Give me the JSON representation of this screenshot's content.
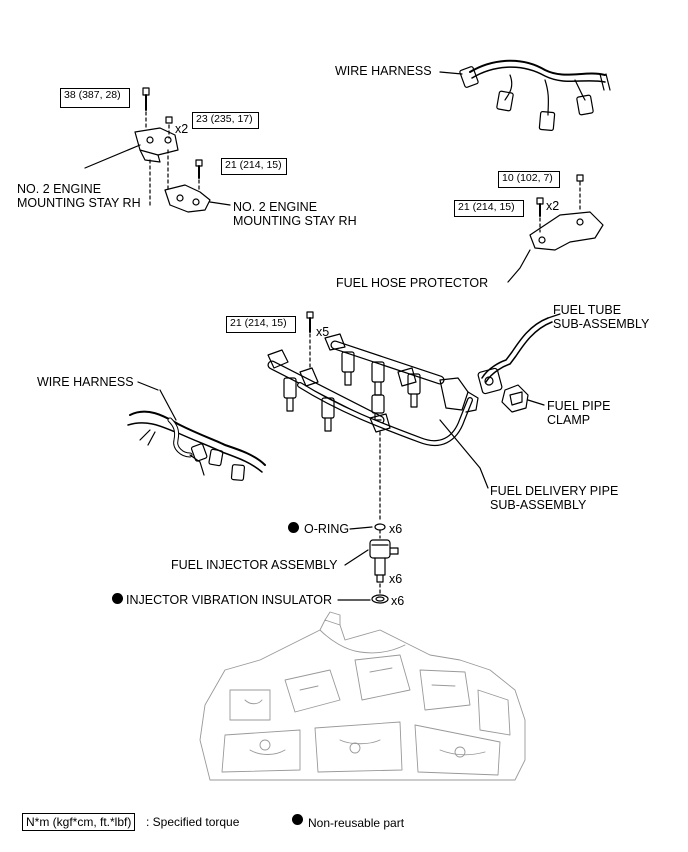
{
  "labels": {
    "wire_harness_top": "WIRE HARNESS",
    "stay_1_line1": "NO. 2 ENGINE",
    "stay_1_line2": "MOUNTING STAY RH",
    "stay_2_line1": "NO. 2 ENGINE",
    "stay_2_line2": "MOUNTING STAY RH",
    "fuel_hose_protector": "FUEL HOSE PROTECTOR",
    "fuel_tube_line1": "FUEL TUBE",
    "fuel_tube_line2": "SUB-ASSEMBLY",
    "wire_harness_left": "WIRE HARNESS",
    "fuel_pipe_clamp_line1": "FUEL PIPE",
    "fuel_pipe_clamp_line2": "CLAMP",
    "fuel_delivery_line1": "FUEL DELIVERY PIPE",
    "fuel_delivery_line2": "SUB-ASSEMBLY",
    "o_ring": "O-RING",
    "fuel_injector": "FUEL INJECTOR ASSEMBLY",
    "injector_insulator": "INJECTOR VIBRATION INSULATOR"
  },
  "torques": {
    "t38": "38 (387, 28)",
    "t23": "23 (235, 17)",
    "t21_stay": "21 (214, 15)",
    "t10": "10 (102, 7)",
    "t21_protector": "21 (214, 15)",
    "t21_pipe": "21 (214, 15)"
  },
  "quantities": {
    "nut_stay": "x2",
    "bolt_protector": "x2",
    "bolt_pipe": "x5",
    "o_ring": "x6",
    "injector": "x6",
    "insulator": "x6"
  },
  "legend": {
    "torque_unit": "N*m (kgf*cm, ft.*lbf)",
    "torque_desc": ": Specified torque",
    "nonreusable_desc": "Non-reusable part"
  }
}
